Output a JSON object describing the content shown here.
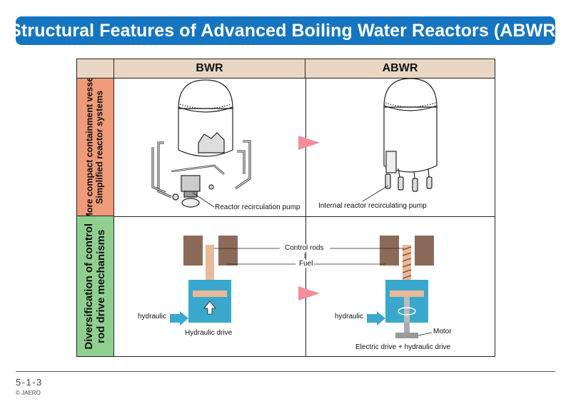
{
  "title": "Structural Features of Advanced Boiling Water Reactors (ABWR)",
  "columns": {
    "bwr": "BWR",
    "abwr": "ABWR"
  },
  "rows": [
    {
      "label_lines": [
        "More compact containment vessel",
        "Simplified reactor systems"
      ]
    },
    {
      "label_lines": [
        "Diversification of control",
        "rod drive mechanisms"
      ]
    }
  ],
  "labels": {
    "reactor_recirculation_pump": "Reactor recirculation pump",
    "internal_reactor_recirculating_pump": "Internal reactor recirculating pump",
    "control_rods": "Control rods",
    "fuel": "Fuel",
    "hydraulic_bwr": "hydraulic",
    "hydraulic_abwr": "hydraulic",
    "hydraulic_drive": "Hydraulic drive",
    "motor": "Motor",
    "electric_hydraulic_drive": "Electric drive + hydraulic drive"
  },
  "footer": {
    "page_number": "5-1-3",
    "copyright": "© JAERO"
  },
  "colors": {
    "title_bg": "#1675c0",
    "header_bg": "#e9d6c5",
    "row1_label_bg": "#ef9a78",
    "row2_label_bg": "#8fcf8f",
    "arrow": "#f48c9a",
    "fuel": "#8c6a5a",
    "control_rod": "#e8b99a",
    "drive_box": "#3aa8cc"
  }
}
